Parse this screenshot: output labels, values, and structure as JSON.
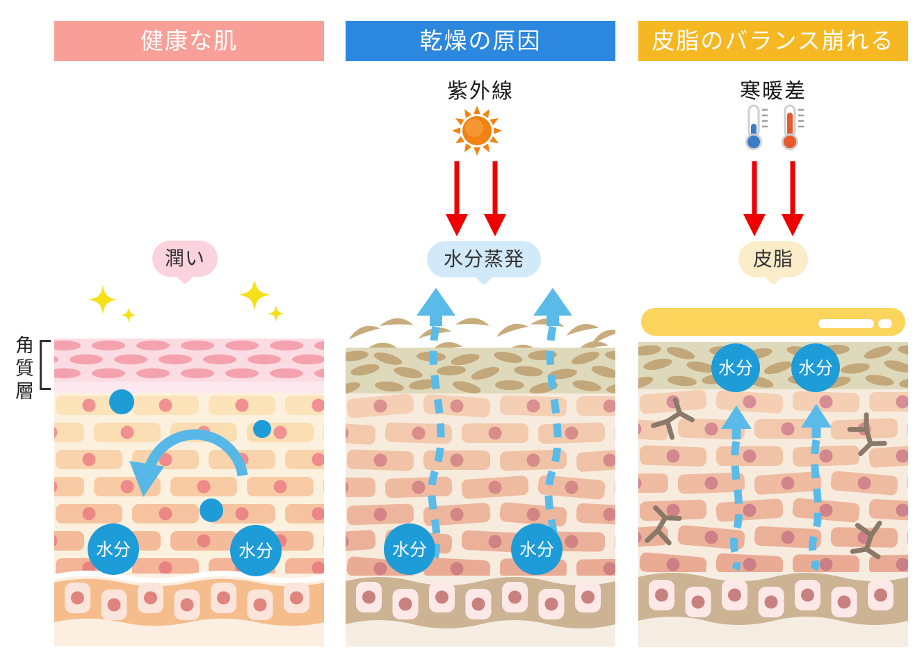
{
  "panels": [
    {
      "title": "健康な肌",
      "bubble": "潤い"
    },
    {
      "title": "乾燥の原因",
      "cause": "紫外線",
      "bubble": "水分蒸発"
    },
    {
      "title": "皮脂のバランス崩れる",
      "cause": "寒暖差",
      "bubble": "皮脂"
    }
  ],
  "labels": {
    "water": "水分",
    "stratum_corneum": "角質層"
  },
  "icons": {
    "sun": "sun-icon",
    "thermometer_cold": "thermometer-cold-icon",
    "thermometer_hot": "thermometer-hot-icon",
    "sparkle": "sparkle-icon",
    "uv_arrow": "red-down-arrow-icon",
    "evaporation_arrow": "blue-up-arrow-icon"
  },
  "palette": {
    "header_pink": "#F89F98",
    "header_blue": "#2C87DE",
    "header_yellow": "#F5B822",
    "bubble_pink": "#FAD3DC",
    "bubble_blue": "#D2E9F9",
    "bubble_cream": "#FBEDC9",
    "water_blue": "#1E9CD8",
    "arrow_blue": "#5BBBE8",
    "arrow_red": "#EE0000",
    "sparkle_yellow": "#F6E01A",
    "sebum_yellow": "#FBD45C",
    "healthy_corneum_bg": "#FBDCE3",
    "healthy_corneum_cell": "#F3A2AE",
    "dry_corneum_bg": "#DED9BA",
    "dry_corneum_cell": "#C2A77A",
    "flake_tan": "#C8AC7D",
    "branch_brown": "#8A7868",
    "sun_orange": "#F08311",
    "thermo_blue": "#3B7CC4",
    "thermo_red": "#E75B2B",
    "basal_healthy_band": "#F5BC8C",
    "basal_dry_band": "#CBB394",
    "text_dark": "#333333"
  }
}
